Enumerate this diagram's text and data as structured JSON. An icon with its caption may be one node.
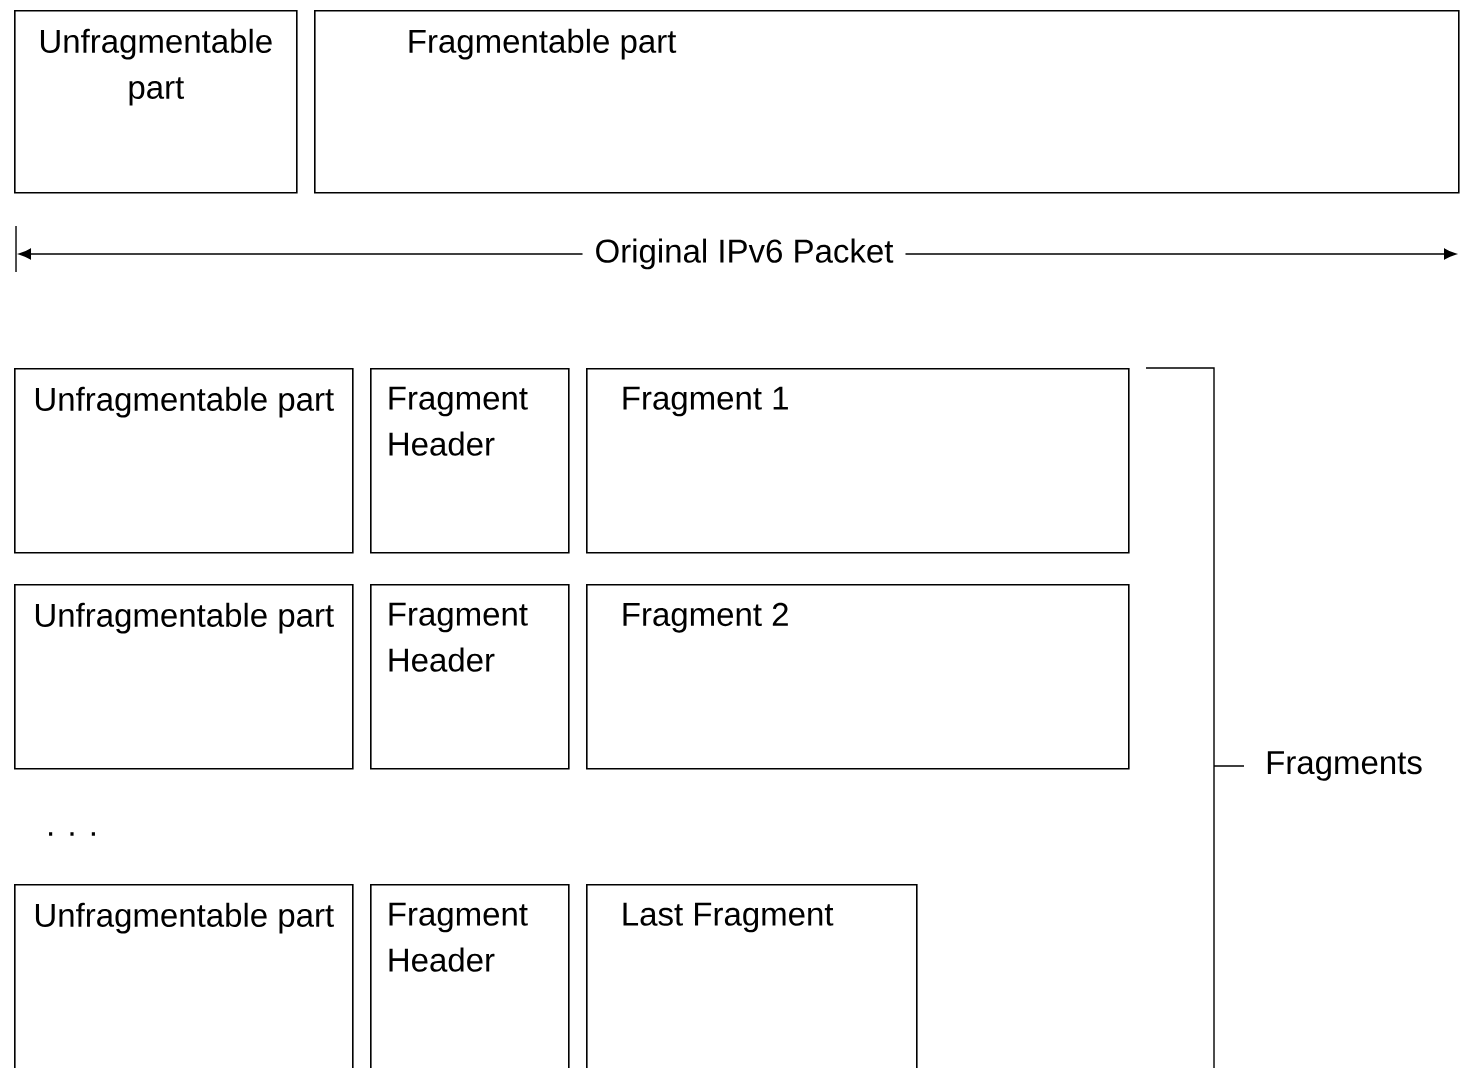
{
  "diagram": {
    "nodes": [
      {
        "text": [
          "Unfragmentable part"
        ]
      },
      {
        "text": [
          "Fragmentable part"
        ]
      },
      {
        "text": [
          "Unfragmentable part"
        ]
      },
      {
        "text": [
          "Fragment Header"
        ]
      },
      {
        "text": [
          "Fragment 1"
        ]
      },
      {
        "text": [
          "Unfragmentable part"
        ]
      },
      {
        "text": [
          "Fragment Header"
        ]
      },
      {
        "text": [
          "Fragment 2"
        ]
      },
      {
        "text": [
          "Unfragmentable part"
        ]
      },
      {
        "text": [
          "Fragment Header"
        ]
      },
      {
        "text": [
          "Last Fragment"
        ]
      }
    ],
    "labels": [
      "Original IPv6 Packet",
      ". . .",
      "Fragments"
    ]
  }
}
